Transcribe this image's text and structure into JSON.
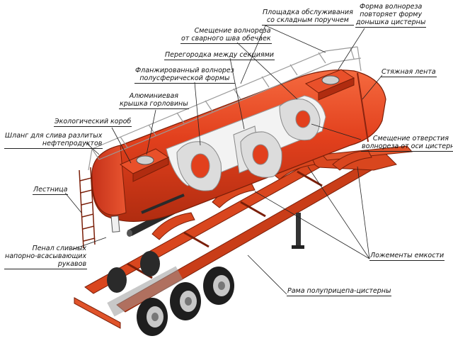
{
  "labels": {
    "service_platform": "Площадка обслуживания\nсо складным поручнем",
    "breakwater_shape": "Форма волнореза\nповторяет форму\nдонышка цистерны",
    "breakwater_offset": "Смещение волнореза\nот сварного шва обечаек",
    "section_partition": "Перегородка между секциями",
    "tension_band": "Стяжная лента",
    "flanged_breakwater": "Фланжированный волнорез\nполусферической формы",
    "aluminum_cover": "Алюминиевая\nкрышка горловины",
    "eco_box": "Экологический короб",
    "drain_hose": "Шланг для слива разлитых\nнефтепродуктов",
    "hole_offset": "Смещение отверстия\nволнореза от оси цистерны",
    "ladder": "Лестница",
    "hose_case": "Пенал сливных\nнапорно-всасывающих\nрукавов",
    "tank_cradles": "Ложементы емкости",
    "frame": "Рама полуприцепа-цистерны"
  },
  "colors": {
    "tank": "#e2401d",
    "tank_dark": "#a82a10",
    "tank_light": "#f26a40",
    "partition": "#dcdcdc",
    "frame": "#d9461e",
    "tire": "#1e1e1e",
    "rail": "#9a9a9a"
  }
}
